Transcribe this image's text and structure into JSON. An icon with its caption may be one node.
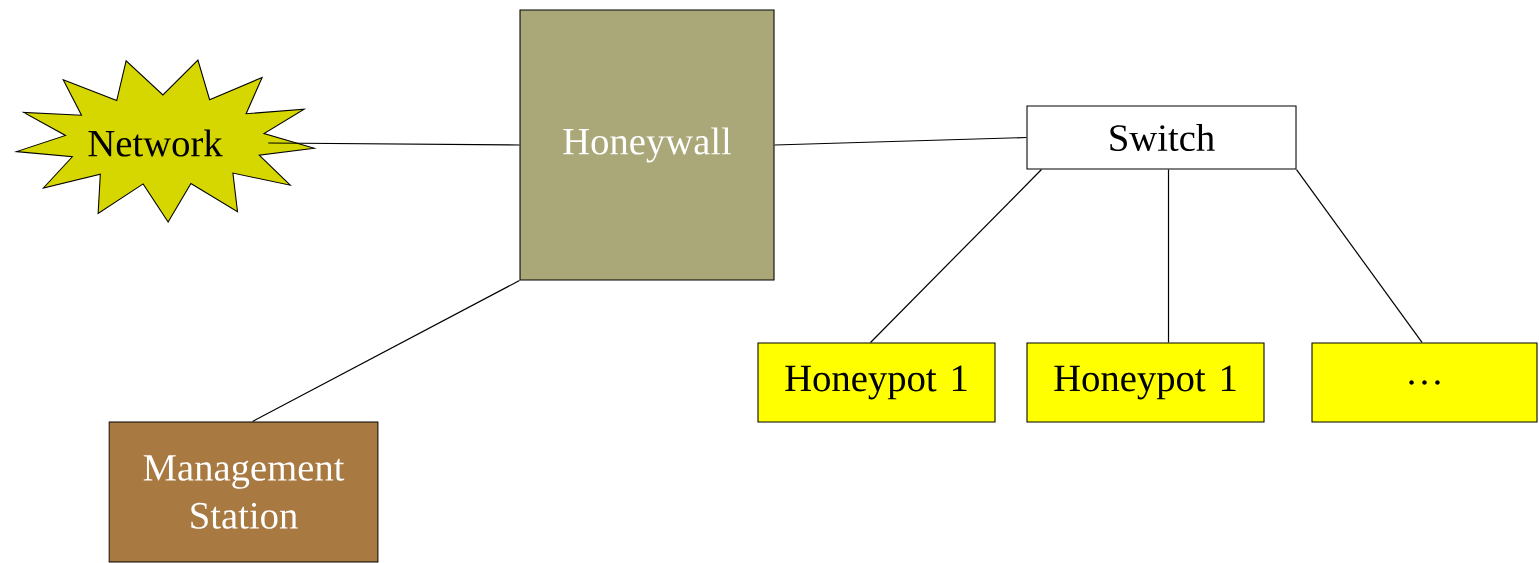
{
  "diagram": {
    "nodes": [
      {
        "text": [
          "Network"
        ]
      },
      {
        "text": [
          "Honeywall"
        ]
      },
      {
        "text": [
          "Switch"
        ]
      },
      {
        "text": [
          "Honeypot 1"
        ]
      },
      {
        "text": [
          "Honeypot 1"
        ]
      },
      {
        "text": [
          "…"
        ]
      },
      {
        "text": [
          "Management Station"
        ]
      }
    ],
    "edges": [
      {
        "from": 0,
        "to": 1,
        "arrow": "none"
      },
      {
        "from": 1,
        "to": 2,
        "arrow": "none"
      },
      {
        "from": 1,
        "to": 6,
        "arrow": "none"
      },
      {
        "from": 2,
        "to": 3,
        "arrow": "none"
      },
      {
        "from": 2,
        "to": 4,
        "arrow": "none"
      },
      {
        "from": 2,
        "to": 5,
        "arrow": "none"
      }
    ]
  }
}
